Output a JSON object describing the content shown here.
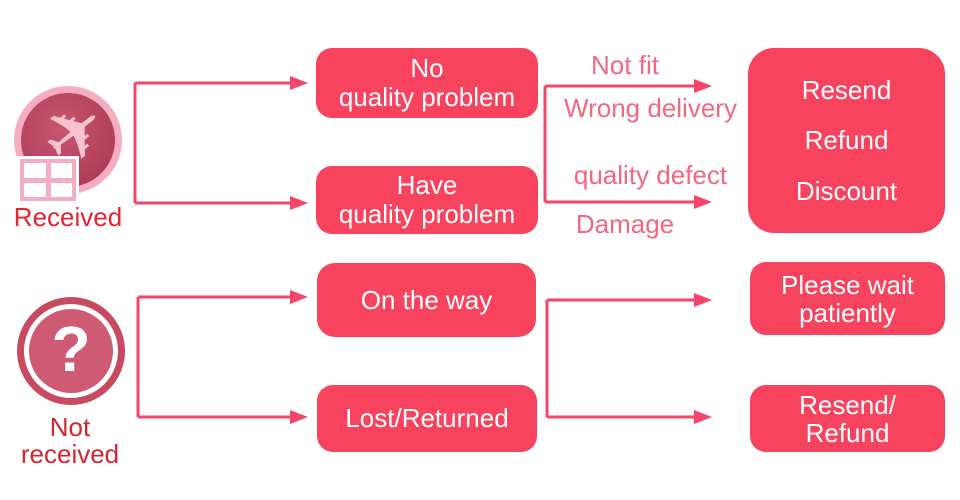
{
  "palette": {
    "box_fill": "#F8435F",
    "line": "#F4456B",
    "reason_text": "#F26782",
    "received_text": "#E32433",
    "not_received_text": "#D4262F",
    "plane_ring": "#F6ADC0",
    "plane_circle_light": "#C9566F",
    "plane_circle_dark": "#A93853",
    "plane_color": "#F8C2D0",
    "giftbox_pink": "#F3AEC1",
    "question_ring": "#C74A61",
    "question_fill": "#CE5B73"
  },
  "received_flow": {
    "icon_label": "Received",
    "plane_glyph": "✈",
    "states": [
      "No\nquality problem",
      "Have\nquality problem"
    ],
    "reasons": [
      "Not fit",
      "Wrong delivery",
      "quality defect",
      "Damage"
    ],
    "outcomes": [
      "Resend",
      "Refund",
      "Discount"
    ]
  },
  "not_received_flow": {
    "icon_label": "Not\nreceived",
    "question_glyph": "?",
    "states": [
      "On the way",
      "Lost/Returned"
    ],
    "outcomes": [
      "Please wait\npatiently",
      "Resend/\nRefund"
    ]
  }
}
